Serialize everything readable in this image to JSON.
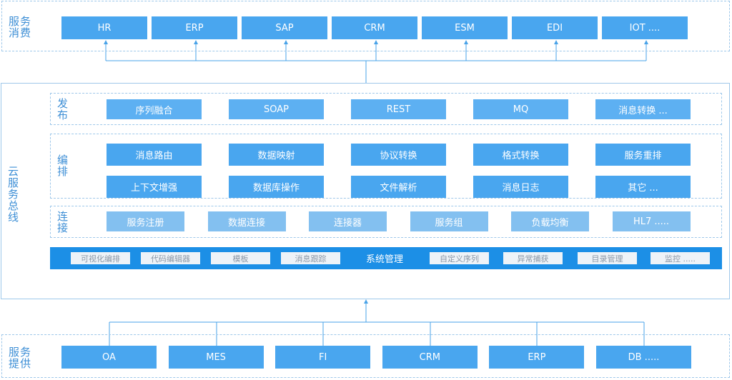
{
  "consumers": {
    "label": "服务消费",
    "items": [
      "HR",
      "ERP",
      "SAP",
      "CRM",
      "ESM",
      "EDI",
      "IOT ...."
    ]
  },
  "bus": {
    "label": "云服务总线",
    "publish": {
      "label": "发布",
      "items": [
        "序列融合",
        "SOAP",
        "REST",
        "MQ",
        "消息转换 ..."
      ]
    },
    "orchestrate": {
      "label": "编排",
      "row1": [
        "消息路由",
        "数据映射",
        "协议转换",
        "格式转换",
        "服务重排"
      ],
      "row2": [
        "上下文增强",
        "数据库操作",
        "文件解析",
        "消息日志",
        "其它 ..."
      ]
    },
    "connect": {
      "label": "连接",
      "items": [
        "服务注册",
        "数据连接",
        "连接器",
        "服务组",
        "负载均衡",
        "HL7 ....."
      ]
    },
    "management": {
      "title": "系统管理",
      "left": [
        "可视化编排",
        "代码编辑器",
        "模板",
        "消息跟踪"
      ],
      "right": [
        "自定义序列",
        "异常捕获",
        "目录管理",
        "监控 ....."
      ]
    }
  },
  "providers": {
    "label": "服务提供",
    "items": [
      "OA",
      "MES",
      "FI",
      "CRM",
      "ERP",
      "DB ....."
    ]
  },
  "colors": {
    "box": "#49a6ef",
    "bar": "#1c8fe6",
    "border": "#9fc8ea",
    "label": "#3e8fd6"
  }
}
